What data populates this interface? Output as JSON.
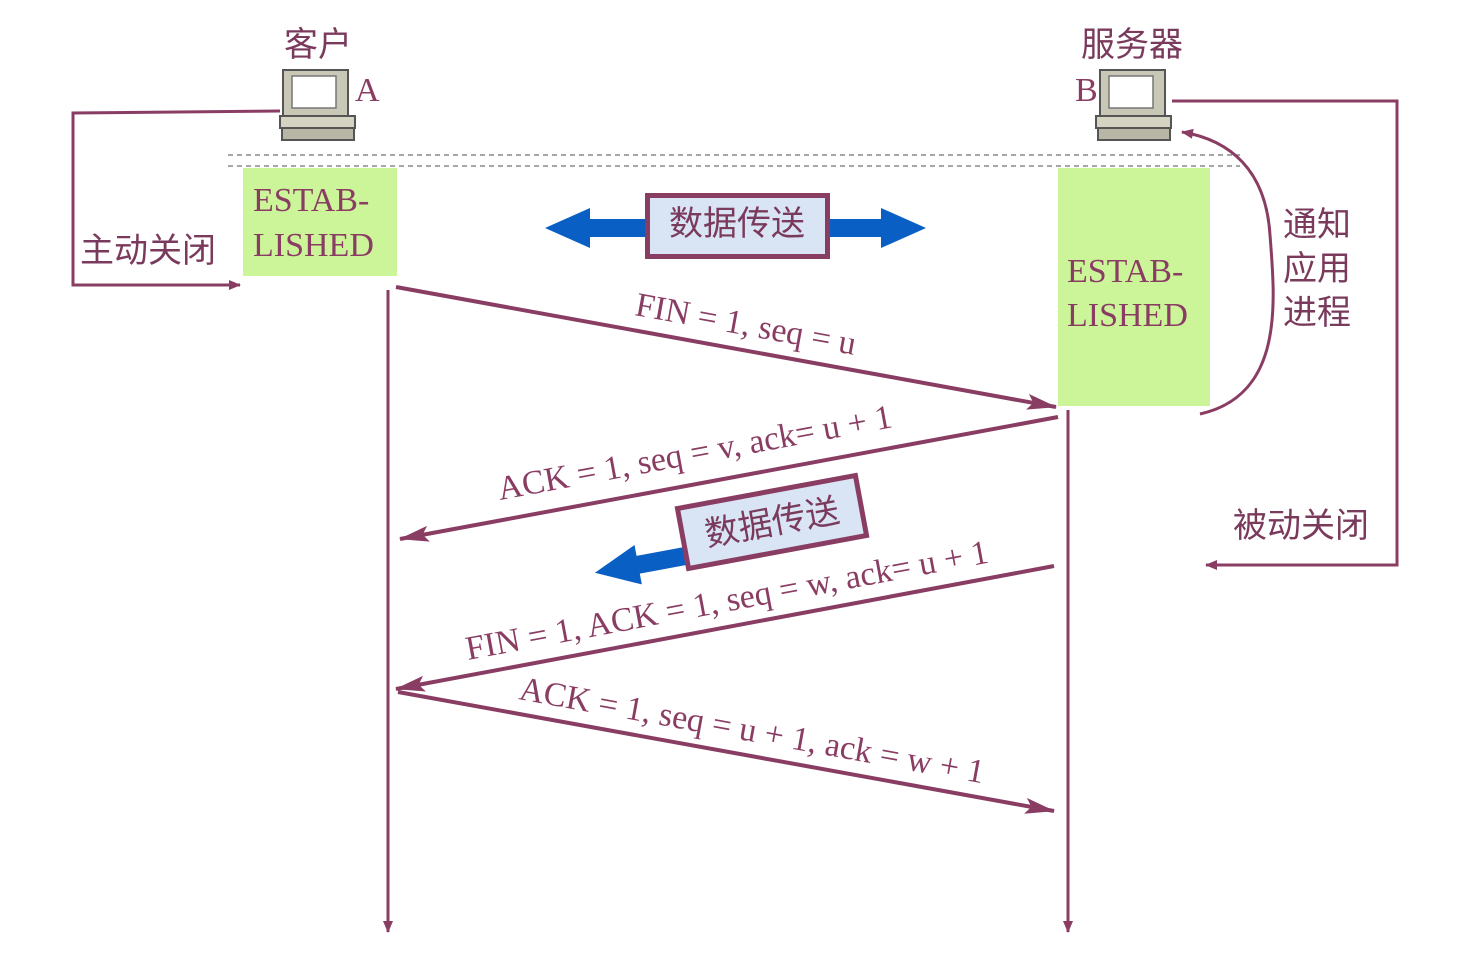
{
  "client": {
    "title": "客户",
    "letter": "A",
    "state_line1": "ESTAB-",
    "state_line2": "LISHED"
  },
  "server": {
    "title": "服务器",
    "letter": "B",
    "state_line1": "ESTAB-",
    "state_line2": "LISHED"
  },
  "labels": {
    "active_close": "主动关闭",
    "passive_close": "被动关闭",
    "notify_app_1": "通知",
    "notify_app_2": "应用",
    "notify_app_3": "进程",
    "data_transfer_top": "数据传送",
    "data_transfer_mid": "数据传送"
  },
  "messages": {
    "fin1": "FIN = 1, seq = u",
    "ack1": "ACK = 1, seq = v, ack= u + 1",
    "fin2": "FIN = 1, ACK = 1, seq = w, ack= u + 1",
    "ack2": "ACK = 1, seq = u + 1, ack = w + 1"
  },
  "colors": {
    "line": "#8a3d63",
    "state_fill": "#ccf59a",
    "box_fill": "#d9e4f5",
    "box_border": "#8a3d63",
    "arrow_blue": "#0a5fc4"
  }
}
